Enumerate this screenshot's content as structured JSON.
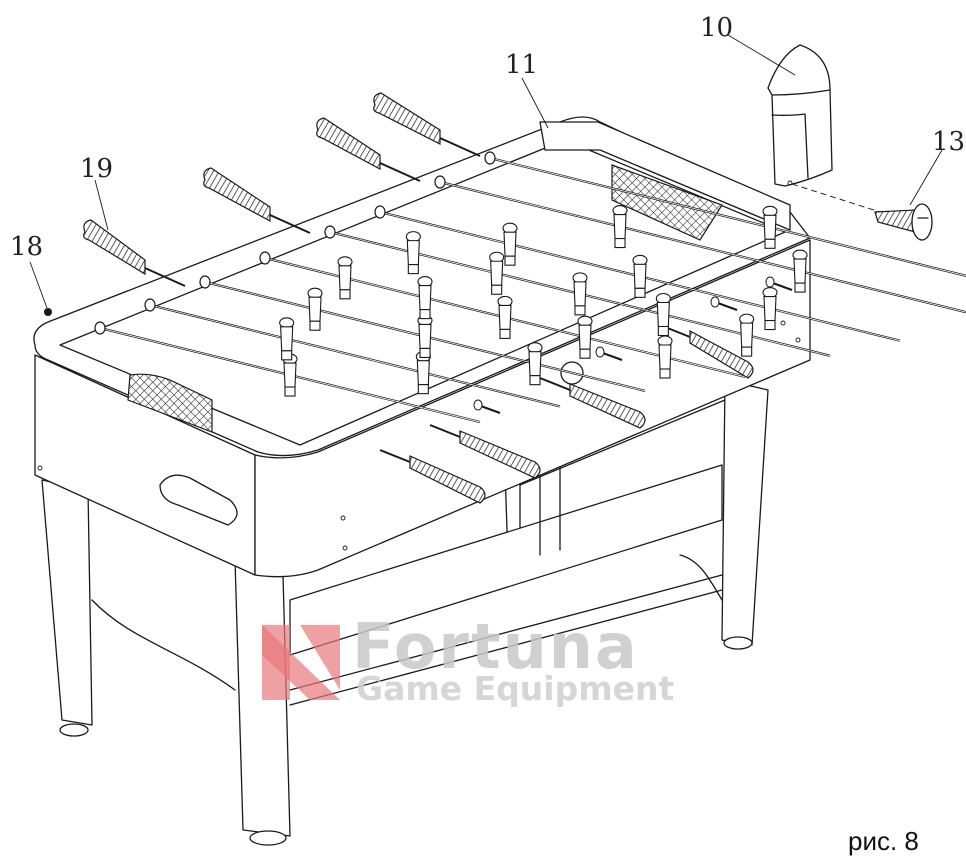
{
  "callouts": [
    {
      "id": "part-10",
      "label": "10"
    },
    {
      "id": "part-11",
      "label": "11"
    },
    {
      "id": "part-13",
      "label": "13"
    },
    {
      "id": "part-18",
      "label": "18"
    },
    {
      "id": "part-19",
      "label": "19"
    }
  ],
  "watermark": {
    "brand": "Fortuna",
    "tagline": "Game Equipment",
    "logo_color": "#e8787a",
    "text_color": "#c8c8c8"
  },
  "caption": "рис. 8"
}
